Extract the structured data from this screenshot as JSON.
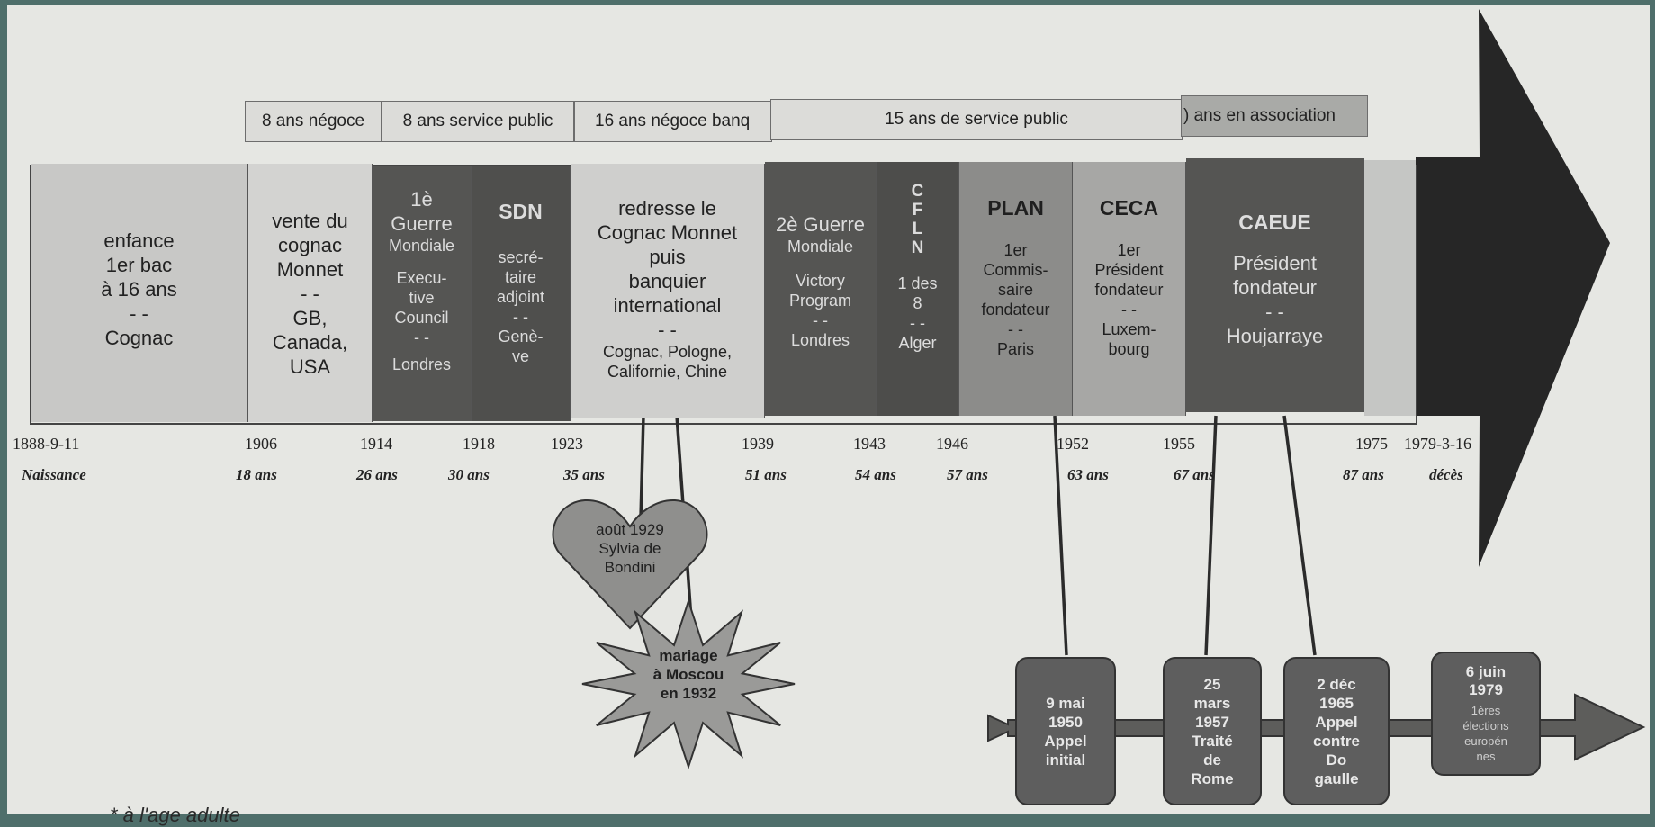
{
  "phases": [
    {
      "id": "negoce8",
      "label": "8 ans négoce"
    },
    {
      "id": "service8",
      "label": "8 ans service public"
    },
    {
      "id": "negoce16",
      "label": "16 ans négoce banq"
    },
    {
      "id": "service15",
      "label": "15 ans de service public"
    },
    {
      "id": "association",
      "label": ") ans en association"
    }
  ],
  "blocks": [
    {
      "id": "enfance",
      "lines": [
        "enfance",
        "1er bac",
        "à 16 ans",
        "- -",
        "Cognac"
      ]
    },
    {
      "id": "vente",
      "lines": [
        "vente du",
        "cognac",
        "Monnet",
        "- -",
        "GB,",
        "Canada,",
        "USA"
      ]
    },
    {
      "id": "guerre1",
      "title": "1è",
      "title2": "Guerre",
      "lines": [
        "Mondiale",
        "",
        "Execu-",
        "tive",
        "Council",
        "- -",
        "Londres"
      ]
    },
    {
      "id": "sdn",
      "title": "SDN",
      "lines": [
        "secré-",
        "taire",
        "adjoint",
        "- -",
        "Genè-",
        "ve"
      ]
    },
    {
      "id": "redresse",
      "lines": [
        "redresse le",
        "Cognac Monnet",
        "puis",
        "banquier",
        "international",
        "- -"
      ],
      "sub": [
        "Cognac, Pologne,",
        "Californie, Chine"
      ]
    },
    {
      "id": "guerre2",
      "title": "2è Guerre",
      "lines": [
        "Mondiale",
        "",
        "Victory",
        "Program",
        "- -",
        "Londres"
      ]
    },
    {
      "id": "cfln",
      "title": "C\nF\nL\nN",
      "lines": [
        "1 des",
        "8",
        "- -",
        "Alger"
      ]
    },
    {
      "id": "plan",
      "title": "PLAN",
      "lines": [
        "1er",
        "Commis-",
        "saire",
        "fondateur",
        "- -",
        "Paris"
      ]
    },
    {
      "id": "ceca",
      "title": "CECA",
      "lines": [
        "1er",
        "Président",
        "fondateur",
        "- -",
        "Luxem-",
        "bourg"
      ]
    },
    {
      "id": "caeue",
      "title": "CAEUE",
      "lines": [
        "Président",
        "fondateur",
        "- -",
        "Houjarraye"
      ]
    }
  ],
  "years": [
    {
      "label": "1888-9-11",
      "age": "Naissance"
    },
    {
      "label": "1906",
      "age": "18 ans"
    },
    {
      "label": "1914",
      "age": "26 ans"
    },
    {
      "label": "1918",
      "age": "30 ans"
    },
    {
      "label": "1923",
      "age": "35 ans"
    },
    {
      "label": "1939",
      "age": "51 ans"
    },
    {
      "label": "1943",
      "age": "54 ans"
    },
    {
      "label": "1946",
      "age": "57 ans"
    },
    {
      "label": "1952",
      "age": "63 ans"
    },
    {
      "label": "1955",
      "age": "67 ans"
    },
    {
      "label": "1975",
      "age": "87 ans"
    },
    {
      "label": "1979-3-16",
      "age": "décès"
    }
  ],
  "heart": {
    "text": "août 1929\nSylvia de\nBondini"
  },
  "star": {
    "text": "mariage\nà Moscou\nen 1932"
  },
  "events": [
    {
      "id": "mai1950",
      "text": "9 mai\n1950\nAppel\ninitial"
    },
    {
      "id": "mars1957",
      "text": "25\nmars\n1957\nTraité\nde\nRome"
    },
    {
      "id": "dec1965",
      "text": "2 déc\n1965\nAppel\ncontre\nDo\ngaulle"
    },
    {
      "id": "juin1979",
      "text_title": "6 juin\n1979",
      "text_sub": "1ères\nélections\neuropén\nnes"
    }
  ],
  "footnote": "* à l'age adulte",
  "colors": {
    "background": "#e6e7e3",
    "phase_fill": "#d8d9d6",
    "phase_fill_dark": "#a9aaa7",
    "light_block": "#c9c9c7",
    "mid_block": "#8e8e8c",
    "dark_block": "#555553",
    "arrow": "#2b2b2b",
    "event_fill": "#5e5e5e"
  }
}
